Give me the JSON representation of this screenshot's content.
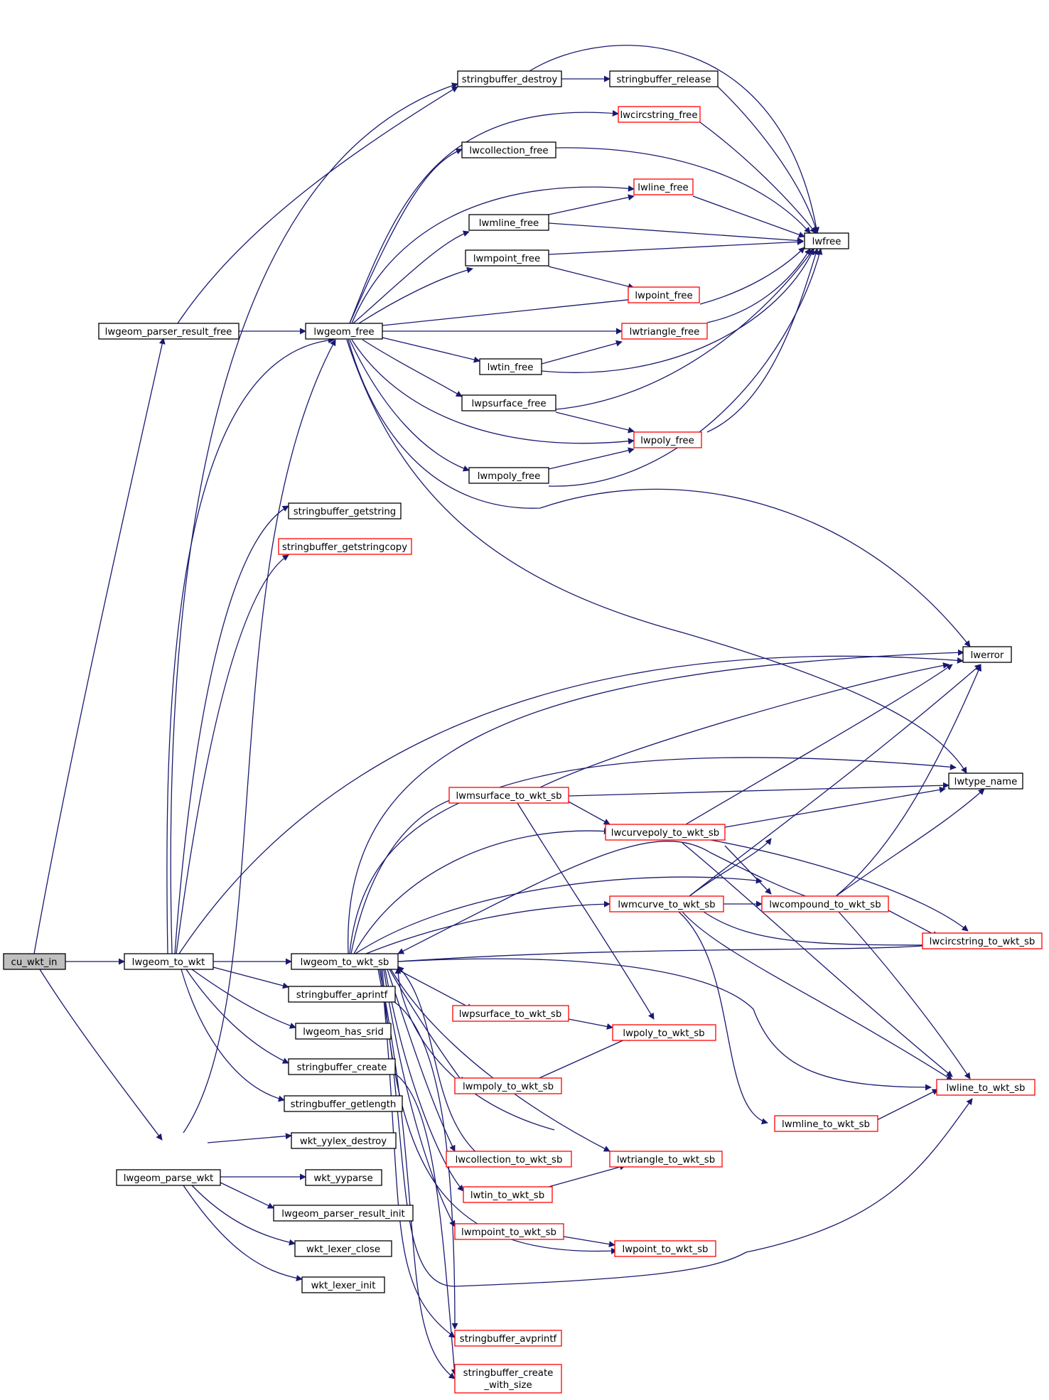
{
  "graph": {
    "nodes": {
      "cu_wkt_in": "cu_wkt_in",
      "lwgeom_parser_result_free": "lwgeom_parser_result_free",
      "lwgeom_to_wkt": "lwgeom_to_wkt",
      "lwgeom_parse_wkt": "lwgeom_parse_wkt",
      "stringbuffer_destroy": "stringbuffer_destroy",
      "stringbuffer_release": "stringbuffer_release",
      "lwcircstring_free": "lwcircstring_free",
      "lwcollection_free": "lwcollection_free",
      "lwline_free": "lwline_free",
      "lwmline_free": "lwmline_free",
      "lwfree": "lwfree",
      "lwmpoint_free": "lwmpoint_free",
      "lwpoint_free": "lwpoint_free",
      "lwgeom_free": "lwgeom_free",
      "lwtriangle_free": "lwtriangle_free",
      "lwtin_free": "lwtin_free",
      "lwpsurface_free": "lwpsurface_free",
      "lwpoly_free": "lwpoly_free",
      "lwmpoly_free": "lwmpoly_free",
      "stringbuffer_getstring": "stringbuffer_getstring",
      "stringbuffer_getstringcopy": "stringbuffer_getstringcopy",
      "lwerror": "lwerror",
      "lwtype_name": "lwtype_name",
      "lwmsurface_to_wkt_sb": "lwmsurface_to_wkt_sb",
      "lwcurvepoly_to_wkt_sb": "lwcurvepoly_to_wkt_sb",
      "lwmcurve_to_wkt_sb": "lwmcurve_to_wkt_sb",
      "lwcompound_to_wkt_sb": "lwcompound_to_wkt_sb",
      "lwcircstring_to_wkt_sb": "lwcircstring_to_wkt_sb",
      "lwgeom_to_wkt_sb": "lwgeom_to_wkt_sb",
      "stringbuffer_aprintf": "stringbuffer_aprintf",
      "lwpsurface_to_wkt_sb": "lwpsurface_to_wkt_sb",
      "lwpoly_to_wkt_sb": "lwpoly_to_wkt_sb",
      "lwgeom_has_srid": "lwgeom_has_srid",
      "stringbuffer_create": "stringbuffer_create",
      "lwmpoly_to_wkt_sb": "lwmpoly_to_wkt_sb",
      "lwline_to_wkt_sb": "lwline_to_wkt_sb",
      "stringbuffer_getlength": "stringbuffer_getlength",
      "lwmline_to_wkt_sb": "lwmline_to_wkt_sb",
      "wkt_yylex_destroy": "wkt_yylex_destroy",
      "lwcollection_to_wkt_sb": "lwcollection_to_wkt_sb",
      "lwtriangle_to_wkt_sb": "lwtriangle_to_wkt_sb",
      "wkt_yyparse": "wkt_yyparse",
      "lwtin_to_wkt_sb": "lwtin_to_wkt_sb",
      "lwgeom_parser_result_init": "lwgeom_parser_result_init",
      "lwmpoint_to_wkt_sb": "lwmpoint_to_wkt_sb",
      "lwpoint_to_wkt_sb": "lwpoint_to_wkt_sb",
      "wkt_lexer_close": "wkt_lexer_close",
      "wkt_lexer_init": "wkt_lexer_init",
      "stringbuffer_avprintf": "stringbuffer_avprintf",
      "stringbuffer_create_with_size_line1": "stringbuffer_create",
      "stringbuffer_create_with_size_line2": "_with_size"
    },
    "colors": {
      "edge": "#191970",
      "node_border": "#000000",
      "node_border_truncated": "#ff0000",
      "root_fill": "#bfbfbf"
    }
  }
}
